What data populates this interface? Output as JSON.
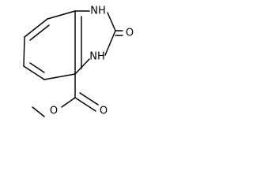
{
  "structure": {
    "atoms": [
      {
        "id": "n1",
        "symbol": "NH"
      },
      {
        "id": "n3",
        "symbol": "NH"
      },
      {
        "id": "o_keto",
        "symbol": "O"
      },
      {
        "id": "o_carbonyl",
        "symbol": "O"
      },
      {
        "id": "o_ester",
        "symbol": "O"
      }
    ]
  }
}
